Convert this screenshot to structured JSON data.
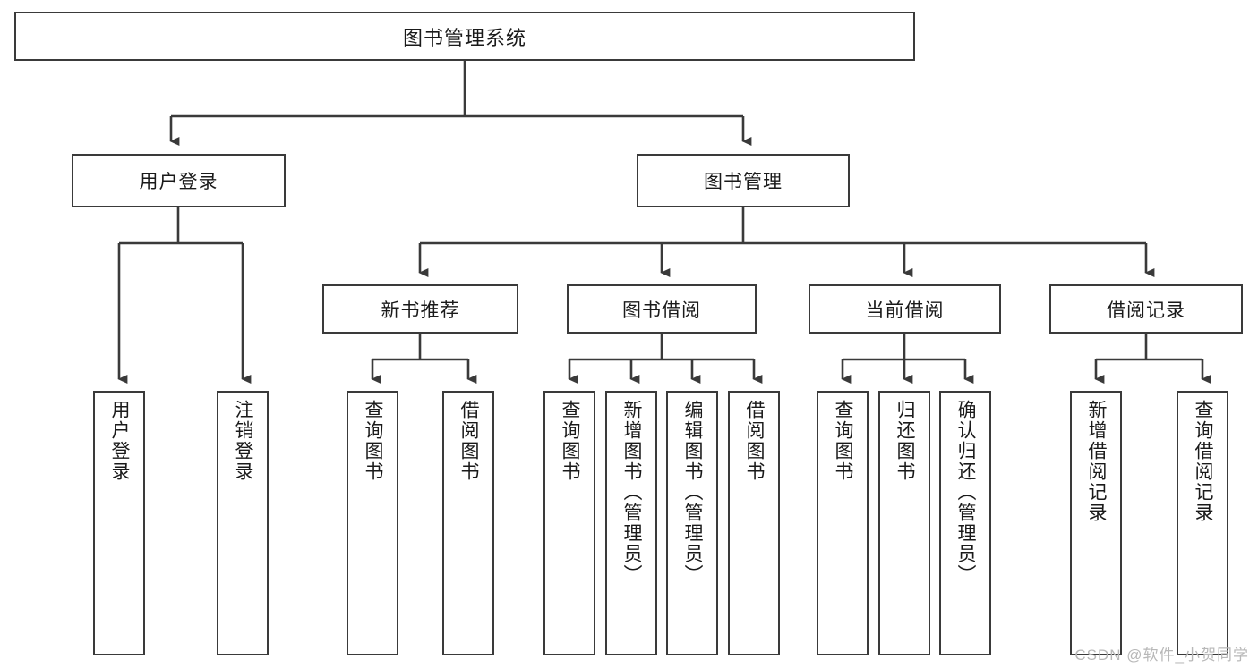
{
  "diagram": {
    "title": "图书管理系统",
    "type": "tree-hierarchy-diagram",
    "colors": {
      "stroke": "#3a3a3a",
      "fill": "#ffffff",
      "text": "#1a1a1a",
      "watermark": "#b8b8b8"
    },
    "root": {
      "label": "图书管理系统"
    },
    "level2": [
      {
        "label": "用户登录"
      },
      {
        "label": "图书管理"
      }
    ],
    "level3": [
      {
        "label": "新书推荐"
      },
      {
        "label": "图书借阅"
      },
      {
        "label": "当前借阅"
      },
      {
        "label": "借阅记录"
      }
    ],
    "leaves": {
      "user_login": [
        {
          "label": "用户登录"
        },
        {
          "label": "注销登录"
        }
      ],
      "new_book_recommend": [
        {
          "label": "查询图书"
        },
        {
          "label": "借阅图书"
        }
      ],
      "book_borrow": [
        {
          "label": "查询图书"
        },
        {
          "label": "新增图书（管理员）"
        },
        {
          "label": "编辑图书（管理员）"
        },
        {
          "label": "借阅图书"
        }
      ],
      "current_borrow": [
        {
          "label": "查询图书"
        },
        {
          "label": "归还图书"
        },
        {
          "label": "确认归还（管理员）"
        }
      ],
      "borrow_record": [
        {
          "label": "新增借阅记录"
        },
        {
          "label": "查询借阅记录"
        }
      ]
    },
    "watermark": "CSDN @软件_小贺同学"
  }
}
